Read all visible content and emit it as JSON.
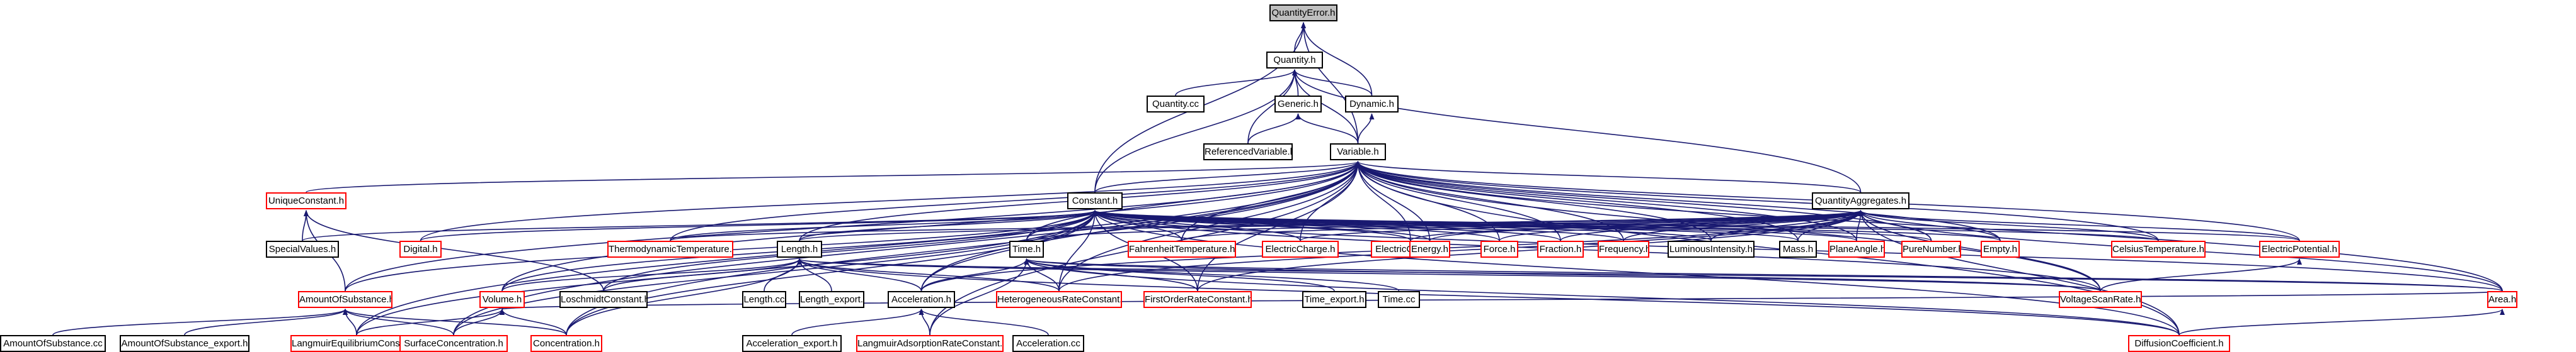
{
  "diagram": {
    "title": "",
    "colors": {
      "edge": "#191970",
      "node_border": "#000000",
      "missing_border": "#ff0000",
      "root_fill": "#bfbfbf"
    },
    "nodes": [
      {
        "id": "qerr",
        "label": "QuantityError.h",
        "style": "root"
      },
      {
        "id": "quantity",
        "label": "Quantity.h",
        "style": "normal"
      },
      {
        "id": "quantitycc",
        "label": "Quantity.cc",
        "style": "normal"
      },
      {
        "id": "generic",
        "label": "Generic.h",
        "style": "normal"
      },
      {
        "id": "dynamic",
        "label": "Dynamic.h",
        "style": "normal"
      },
      {
        "id": "refvar",
        "label": "ReferencedVariable.h",
        "style": "normal"
      },
      {
        "id": "variable",
        "label": "Variable.h",
        "style": "normal"
      },
      {
        "id": "uniqueconst",
        "label": "UniqueConstant.h",
        "style": "missing"
      },
      {
        "id": "constant",
        "label": "Constant.h",
        "style": "normal"
      },
      {
        "id": "qaggr",
        "label": "QuantityAggregates.h",
        "style": "normal"
      },
      {
        "id": "specialvalues",
        "label": "SpecialValues.h",
        "style": "normal"
      },
      {
        "id": "digital",
        "label": "Digital.h",
        "style": "missing"
      },
      {
        "id": "thermotemp",
        "label": "ThermodynamicTemperature.h",
        "style": "missing"
      },
      {
        "id": "length",
        "label": "Length.h",
        "style": "normal"
      },
      {
        "id": "time",
        "label": "Time.h",
        "style": "normal"
      },
      {
        "id": "fahrenheit",
        "label": "FahrenheitTemperature.h",
        "style": "missing"
      },
      {
        "id": "echarge",
        "label": "ElectricCharge.h",
        "style": "missing"
      },
      {
        "id": "ecurrent",
        "label": "ElectricCurrent.h",
        "style": "missing"
      },
      {
        "id": "energy",
        "label": "Energy.h",
        "style": "missing"
      },
      {
        "id": "force",
        "label": "Force.h",
        "style": "missing"
      },
      {
        "id": "fraction",
        "label": "Fraction.h",
        "style": "missing"
      },
      {
        "id": "frequency",
        "label": "Frequency.h",
        "style": "missing"
      },
      {
        "id": "luminous",
        "label": "LuminousIntensity.h",
        "style": "normal"
      },
      {
        "id": "mass",
        "label": "Mass.h",
        "style": "normal"
      },
      {
        "id": "planeangle",
        "label": "PlaneAngle.h",
        "style": "missing"
      },
      {
        "id": "purenumber",
        "label": "PureNumber.h",
        "style": "missing"
      },
      {
        "id": "empty",
        "label": "Empty.h",
        "style": "missing"
      },
      {
        "id": "celsius",
        "label": "CelsiusTemperature.h",
        "style": "missing"
      },
      {
        "id": "epotential",
        "label": "ElectricPotential.h",
        "style": "missing"
      },
      {
        "id": "amountsub",
        "label": "AmountOfSubstance.h",
        "style": "missing"
      },
      {
        "id": "volume",
        "label": "Volume.h",
        "style": "missing"
      },
      {
        "id": "loschmidt",
        "label": "LoschmidtConstant.h",
        "style": "normal"
      },
      {
        "id": "lengthcc",
        "label": "Length.cc",
        "style": "normal"
      },
      {
        "id": "lengthexp",
        "label": "Length_export.h",
        "style": "normal"
      },
      {
        "id": "accel",
        "label": "Acceleration.h",
        "style": "normal"
      },
      {
        "id": "hetero",
        "label": "HeterogeneousRateConstant.h",
        "style": "missing"
      },
      {
        "id": "firstorder",
        "label": "FirstOrderRateConstant.h",
        "style": "missing"
      },
      {
        "id": "timeexp",
        "label": "Time_export.h",
        "style": "normal"
      },
      {
        "id": "timecc",
        "label": "Time.cc",
        "style": "normal"
      },
      {
        "id": "vscan",
        "label": "VoltageScanRate.h",
        "style": "missing"
      },
      {
        "id": "area",
        "label": "Area.h",
        "style": "missing"
      },
      {
        "id": "amountcc",
        "label": "AmountOfSubstance.cc",
        "style": "normal"
      },
      {
        "id": "amountexp",
        "label": "AmountOfSubstance_export.h",
        "style": "normal"
      },
      {
        "id": "langeq",
        "label": "LangmuirEquilibriumConstant.h",
        "style": "missing"
      },
      {
        "id": "surfconc",
        "label": "SurfaceConcentration.h",
        "style": "missing"
      },
      {
        "id": "conc",
        "label": "Concentration.h",
        "style": "missing"
      },
      {
        "id": "accelexp",
        "label": "Acceleration_export.h",
        "style": "normal"
      },
      {
        "id": "langads",
        "label": "LangmuirAdsorptionRateConstant.h",
        "style": "missing"
      },
      {
        "id": "accelcc",
        "label": "Acceleration.cc",
        "style": "normal"
      },
      {
        "id": "diffusion",
        "label": "DiffusionCoefficient.h",
        "style": "missing"
      }
    ],
    "edges": [
      [
        "quantity",
        "qerr"
      ],
      [
        "dynamic",
        "qerr"
      ],
      [
        "variable",
        "qerr"
      ],
      [
        "constant",
        "qerr"
      ],
      [
        "quantitycc",
        "quantity"
      ],
      [
        "generic",
        "quantity"
      ],
      [
        "dynamic",
        "quantity"
      ],
      [
        "refvar",
        "quantity"
      ],
      [
        "variable",
        "quantity"
      ],
      [
        "constant",
        "quantity"
      ],
      [
        "qaggr",
        "quantity"
      ],
      [
        "refvar",
        "generic"
      ],
      [
        "variable",
        "generic"
      ],
      [
        "variable",
        "dynamic"
      ],
      [
        "uniqueconst",
        "variable"
      ],
      [
        "constant",
        "variable"
      ],
      [
        "qaggr",
        "variable"
      ],
      [
        "digital",
        "variable"
      ],
      [
        "thermotemp",
        "variable"
      ],
      [
        "length",
        "variable"
      ],
      [
        "time",
        "variable"
      ],
      [
        "fahrenheit",
        "variable"
      ],
      [
        "echarge",
        "variable"
      ],
      [
        "ecurrent",
        "variable"
      ],
      [
        "energy",
        "variable"
      ],
      [
        "force",
        "variable"
      ],
      [
        "fraction",
        "variable"
      ],
      [
        "frequency",
        "variable"
      ],
      [
        "luminous",
        "variable"
      ],
      [
        "mass",
        "variable"
      ],
      [
        "planeangle",
        "variable"
      ],
      [
        "purenumber",
        "variable"
      ],
      [
        "empty",
        "variable"
      ],
      [
        "celsius",
        "variable"
      ],
      [
        "epotential",
        "variable"
      ],
      [
        "amountsub",
        "variable"
      ],
      [
        "volume",
        "variable"
      ],
      [
        "area",
        "variable"
      ],
      [
        "conc",
        "variable"
      ],
      [
        "diffusion",
        "variable"
      ],
      [
        "accel",
        "variable"
      ],
      [
        "hetero",
        "variable"
      ],
      [
        "firstorder",
        "variable"
      ],
      [
        "vscan",
        "variable"
      ],
      [
        "surfconc",
        "variable"
      ],
      [
        "langeq",
        "variable"
      ],
      [
        "langads",
        "variable"
      ],
      [
        "specialvalues",
        "uniqueconst"
      ],
      [
        "loschmidt",
        "uniqueconst"
      ],
      [
        "amountsub",
        "uniqueconst"
      ],
      [
        "specialvalues",
        "constant"
      ],
      [
        "digital",
        "constant"
      ],
      [
        "thermotemp",
        "constant"
      ],
      [
        "length",
        "constant"
      ],
      [
        "time",
        "constant"
      ],
      [
        "fahrenheit",
        "constant"
      ],
      [
        "echarge",
        "constant"
      ],
      [
        "ecurrent",
        "constant"
      ],
      [
        "energy",
        "constant"
      ],
      [
        "force",
        "constant"
      ],
      [
        "fraction",
        "constant"
      ],
      [
        "frequency",
        "constant"
      ],
      [
        "luminous",
        "constant"
      ],
      [
        "mass",
        "constant"
      ],
      [
        "planeangle",
        "constant"
      ],
      [
        "purenumber",
        "constant"
      ],
      [
        "empty",
        "constant"
      ],
      [
        "celsius",
        "constant"
      ],
      [
        "epotential",
        "constant"
      ],
      [
        "amountsub",
        "constant"
      ],
      [
        "volume",
        "constant"
      ],
      [
        "area",
        "constant"
      ],
      [
        "conc",
        "constant"
      ],
      [
        "surfconc",
        "constant"
      ],
      [
        "langeq",
        "constant"
      ],
      [
        "accel",
        "constant"
      ],
      [
        "hetero",
        "constant"
      ],
      [
        "firstorder",
        "constant"
      ],
      [
        "vscan",
        "constant"
      ],
      [
        "diffusion",
        "constant"
      ],
      [
        "loschmidt",
        "constant"
      ],
      [
        "length",
        "qaggr"
      ],
      [
        "time",
        "qaggr"
      ],
      [
        "fahrenheit",
        "qaggr"
      ],
      [
        "echarge",
        "qaggr"
      ],
      [
        "ecurrent",
        "qaggr"
      ],
      [
        "energy",
        "qaggr"
      ],
      [
        "force",
        "qaggr"
      ],
      [
        "fraction",
        "qaggr"
      ],
      [
        "frequency",
        "qaggr"
      ],
      [
        "luminous",
        "qaggr"
      ],
      [
        "mass",
        "qaggr"
      ],
      [
        "planeangle",
        "qaggr"
      ],
      [
        "purenumber",
        "qaggr"
      ],
      [
        "empty",
        "qaggr"
      ],
      [
        "celsius",
        "qaggr"
      ],
      [
        "epotential",
        "qaggr"
      ],
      [
        "thermotemp",
        "qaggr"
      ],
      [
        "vscan",
        "qaggr"
      ],
      [
        "area",
        "qaggr"
      ],
      [
        "diffusion",
        "qaggr"
      ],
      [
        "accel",
        "qaggr"
      ],
      [
        "hetero",
        "qaggr"
      ],
      [
        "firstorder",
        "qaggr"
      ],
      [
        "loschmidt",
        "length"
      ],
      [
        "lengthcc",
        "length"
      ],
      [
        "lengthexp",
        "length"
      ],
      [
        "accel",
        "length"
      ],
      [
        "hetero",
        "length"
      ],
      [
        "volume",
        "length"
      ],
      [
        "area",
        "length"
      ],
      [
        "vscan",
        "length"
      ],
      [
        "diffusion",
        "length"
      ],
      [
        "conc",
        "length"
      ],
      [
        "accel",
        "time"
      ],
      [
        "hetero",
        "time"
      ],
      [
        "firstorder",
        "time"
      ],
      [
        "timeexp",
        "time"
      ],
      [
        "timecc",
        "time"
      ],
      [
        "vscan",
        "time"
      ],
      [
        "area",
        "time"
      ],
      [
        "diffusion",
        "time"
      ],
      [
        "langads",
        "time"
      ],
      [
        "amountcc",
        "amountsub"
      ],
      [
        "amountexp",
        "amountsub"
      ],
      [
        "langeq",
        "amountsub"
      ],
      [
        "surfconc",
        "amountsub"
      ],
      [
        "conc",
        "amountsub"
      ],
      [
        "langeq",
        "volume"
      ],
      [
        "surfconc",
        "volume"
      ],
      [
        "conc",
        "volume"
      ],
      [
        "area",
        "volume"
      ],
      [
        "accelexp",
        "accel"
      ],
      [
        "accelcc",
        "accel"
      ],
      [
        "langads",
        "accel"
      ],
      [
        "vscan",
        "epotential"
      ],
      [
        "diffusion",
        "area"
      ]
    ]
  }
}
